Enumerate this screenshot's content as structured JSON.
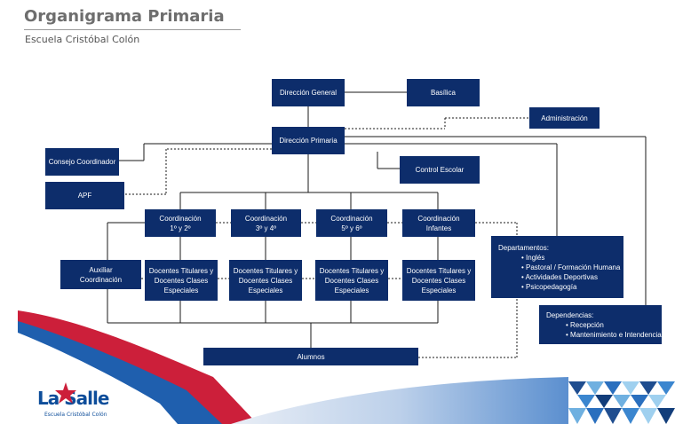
{
  "header": {
    "title": "Organigrama Primaria",
    "subtitle": "Escuela Cristóbal Colón"
  },
  "nodes": {
    "direccion_general": "Dirección General",
    "basilica": "Basílica",
    "administracion": "Administración",
    "direccion_primaria": "Dirección Primaria",
    "consejo_coordinador": "Consejo Coordinador",
    "apf": "APF",
    "control_escolar": "Control Escolar",
    "coord_1": [
      "Coordinación",
      "1º y 2º"
    ],
    "coord_3": [
      "Coordinación",
      "3º y 4º"
    ],
    "coord_5": [
      "Coordinación",
      "5º y 6º"
    ],
    "coord_inf": [
      "Coordinación",
      "Infantes"
    ],
    "auxiliar": [
      "Auxiliar",
      "Coordinación"
    ],
    "docentes": [
      "Docentes Titulares y",
      "Docentes Clases",
      "Especiales"
    ],
    "alumnos": "Alumnos",
    "departamentos": {
      "title": "Departamentos:",
      "items": [
        "• Inglés",
        "• Pastoral / Formación Humana",
        "• Actividades Deportivas",
        "• Psicopedagogía"
      ]
    },
    "dependencias": {
      "title": "Dependencias:",
      "items": [
        "• Recepción",
        "• Mantenimiento e Intendencia"
      ]
    }
  },
  "logo": {
    "name": "La Salle",
    "school": "Escuela Cristóbal Colón"
  },
  "colors": {
    "box": "#0d2d6b",
    "red": "#cc1f3a",
    "blue": "#1f5fae"
  }
}
